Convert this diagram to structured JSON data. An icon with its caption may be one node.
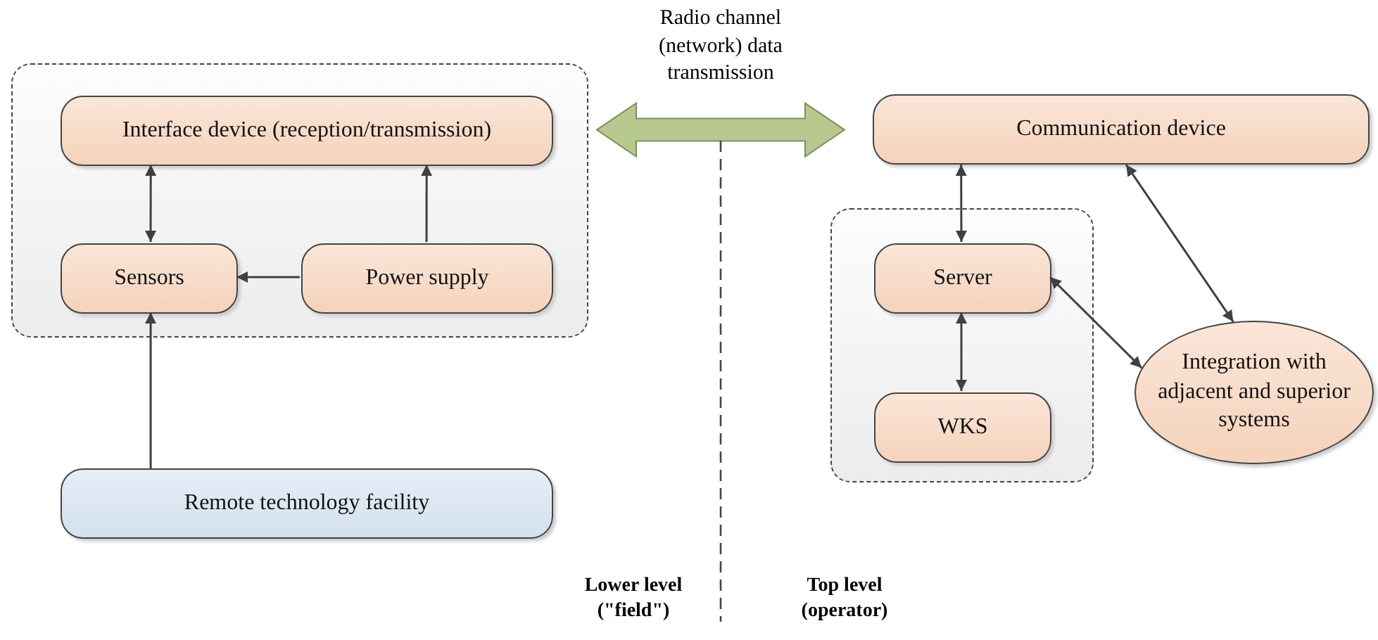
{
  "diagram": {
    "nodes": [
      {
        "text": [],
        "shape": "box"
      },
      {
        "text": [
          "Interface device (reception/transmission)"
        ],
        "in": 0
      },
      {
        "text": [
          "Sensors"
        ],
        "in": 0
      },
      {
        "text": [
          "Power supply"
        ],
        "in": 0
      },
      {
        "text": [
          "Remote technology facility"
        ]
      },
      {
        "text": [
          "Communication device"
        ]
      },
      {
        "text": [],
        "shape": "box"
      },
      {
        "text": [
          "Server"
        ],
        "in": 6
      },
      {
        "text": [
          "WKS"
        ],
        "in": 6
      },
      {
        "text": [
          "Integration with adjacent and superior systems"
        ]
      }
    ],
    "edges": [
      {
        "from": 1,
        "to": 2,
        "arrow": "both"
      },
      {
        "from": 3,
        "to": 1,
        "arrow": "to"
      },
      {
        "from": 3,
        "to": 2,
        "arrow": "to"
      },
      {
        "from": 4,
        "to": 2,
        "arrow": "to"
      },
      {
        "from": 0,
        "to": 5,
        "arrow": "both",
        "label": "Radio channel (network) data transmission",
        "style": "thick",
        "color": "#b7c98e"
      },
      {
        "from": 5,
        "to": 7,
        "arrow": "both"
      },
      {
        "from": 7,
        "to": 8,
        "arrow": "both"
      },
      {
        "from": 7,
        "to": 9,
        "arrow": "both"
      },
      {
        "from": 5,
        "to": 9,
        "arrow": "both"
      }
    ],
    "labels": [
      "Lower level (\"field\")",
      "Top level (operator)"
    ]
  }
}
